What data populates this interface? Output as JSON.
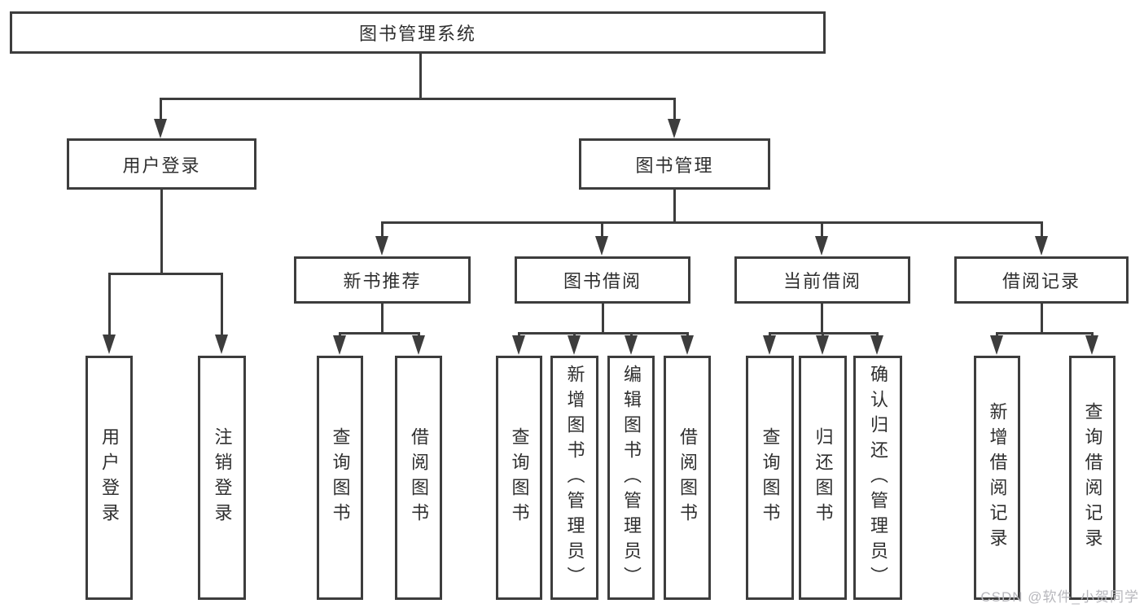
{
  "diagram": {
    "root": {
      "label": "图书管理系统"
    },
    "branches": [
      {
        "label": "用户登录",
        "children": [
          {
            "label": "用户登录"
          },
          {
            "label": "注销登录"
          }
        ]
      },
      {
        "label": "图书管理",
        "sections": [
          {
            "label": "新书推荐",
            "children": [
              {
                "label": "查询图书"
              },
              {
                "label": "借阅图书"
              }
            ]
          },
          {
            "label": "图书借阅",
            "children": [
              {
                "label": "查询图书"
              },
              {
                "label": "新增图书（管理员）"
              },
              {
                "label": "编辑图书（管理员）"
              },
              {
                "label": "借阅图书"
              }
            ]
          },
          {
            "label": "当前借阅",
            "children": [
              {
                "label": "查询图书"
              },
              {
                "label": "归还图书"
              },
              {
                "label": "确认归还（管理员）"
              }
            ]
          },
          {
            "label": "借阅记录",
            "children": [
              {
                "label": "新增借阅记录"
              },
              {
                "label": "查询借阅记录"
              }
            ]
          }
        ]
      }
    ],
    "watermark": "CSDN @软件_小贺同学",
    "colors": {
      "line": "#3d3d3d",
      "text": "#2f2f2f",
      "watermark": "#b7b7bc",
      "background": "#ffffff"
    }
  }
}
